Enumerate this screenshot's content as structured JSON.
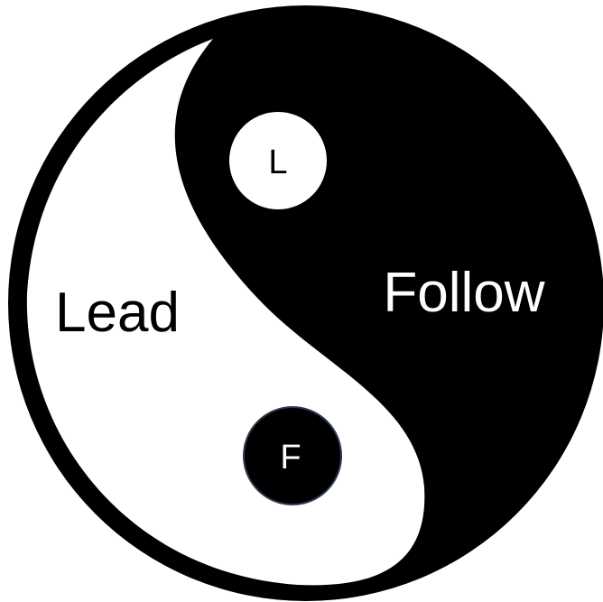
{
  "diagram": {
    "left_label": "Lead",
    "right_label": "Follow",
    "white_dot_label": "L",
    "black_dot_label": "F"
  },
  "colors": {
    "dark": "#000000",
    "light": "#ffffff",
    "dot_outline": "#2e3a4f"
  }
}
